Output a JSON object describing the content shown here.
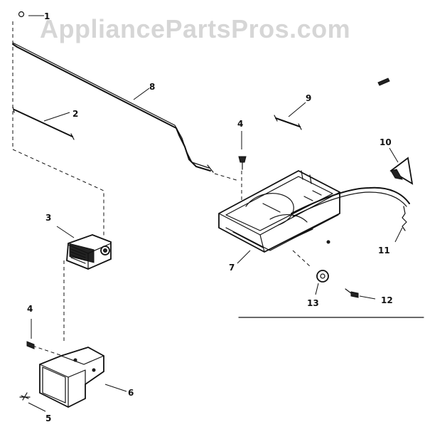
{
  "watermark": "AppliancePartsPros.com",
  "callouts": {
    "c1": "1",
    "c2": "2",
    "c3": "3",
    "c4a": "4",
    "c4b": "4",
    "c5": "5",
    "c6": "6",
    "c7": "7",
    "c8": "8",
    "c9": "9",
    "c10": "10",
    "c11": "11",
    "c12": "12",
    "c13": "13"
  }
}
